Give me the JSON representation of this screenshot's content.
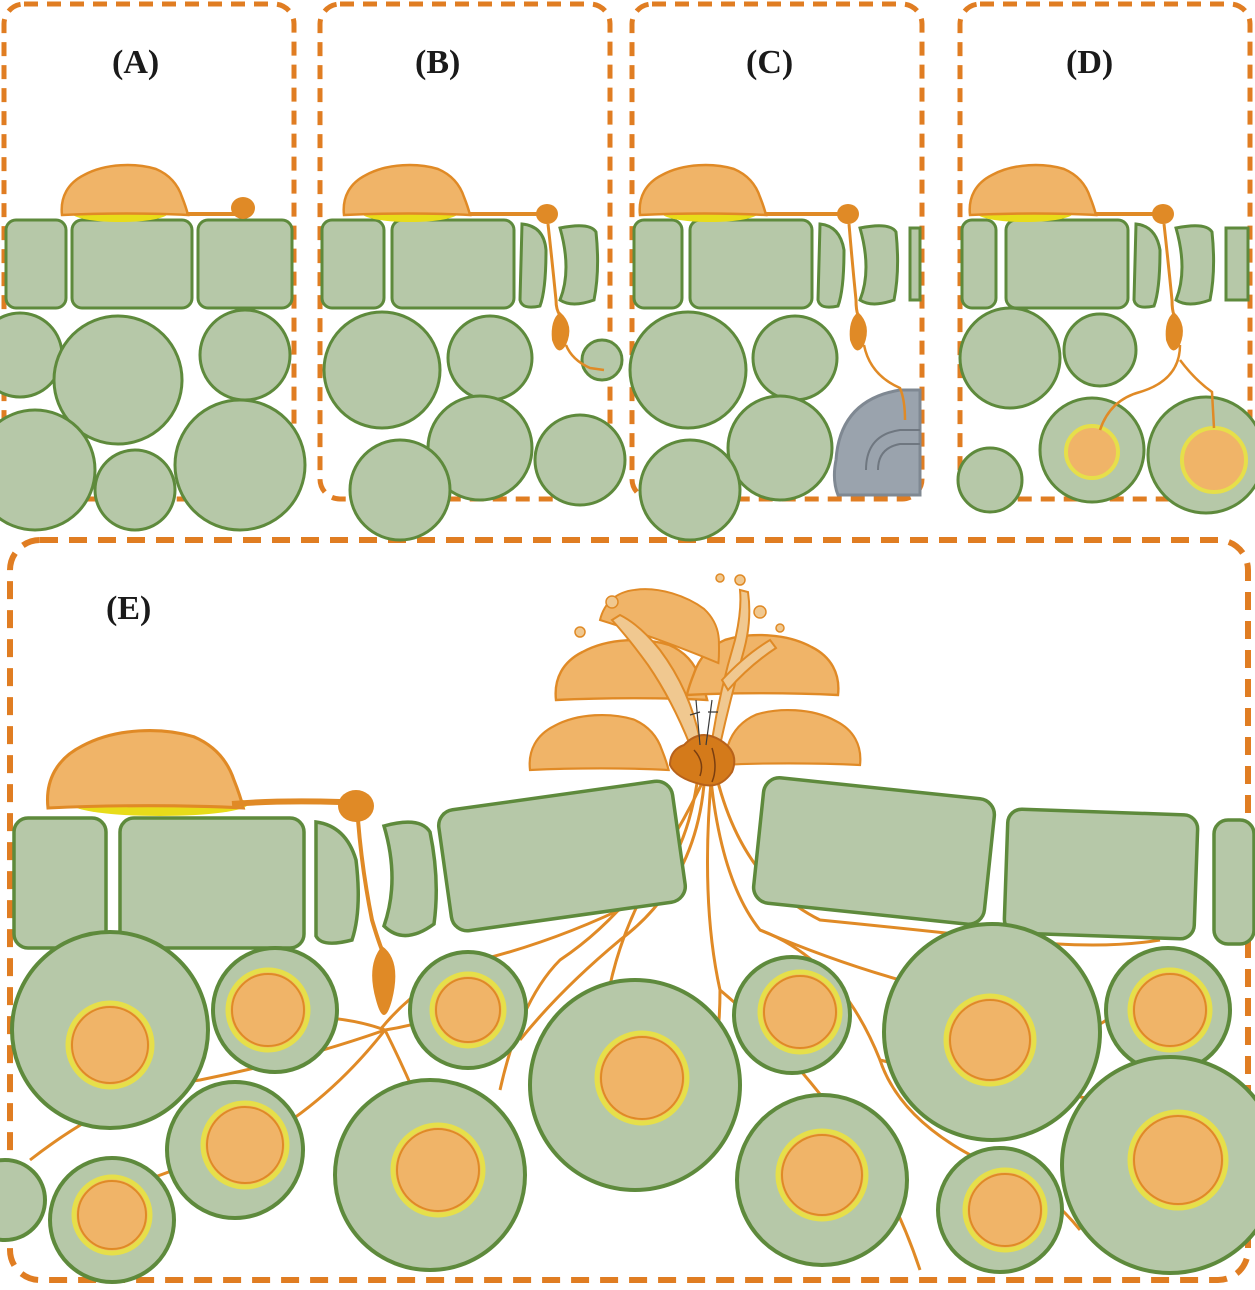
{
  "figure": {
    "panels": [
      {
        "id": "A",
        "label": "(A)"
      },
      {
        "id": "B",
        "label": "(B)"
      },
      {
        "id": "C",
        "label": "(C)"
      },
      {
        "id": "D",
        "label": "(D)"
      },
      {
        "id": "E",
        "label": "(E)"
      }
    ]
  },
  "colors": {
    "frame": "#e07d22",
    "cell_fill": "#b6c8a8",
    "cell_stroke": "#5e8a3c",
    "fungus": "#f0b468",
    "fungus_line": "#e08a26",
    "fungus_dark": "#d47a1a",
    "attachment": "#e8dc1a",
    "arbuscule_ring": "#e6df4a",
    "grey_body": "#9aa3ad"
  }
}
